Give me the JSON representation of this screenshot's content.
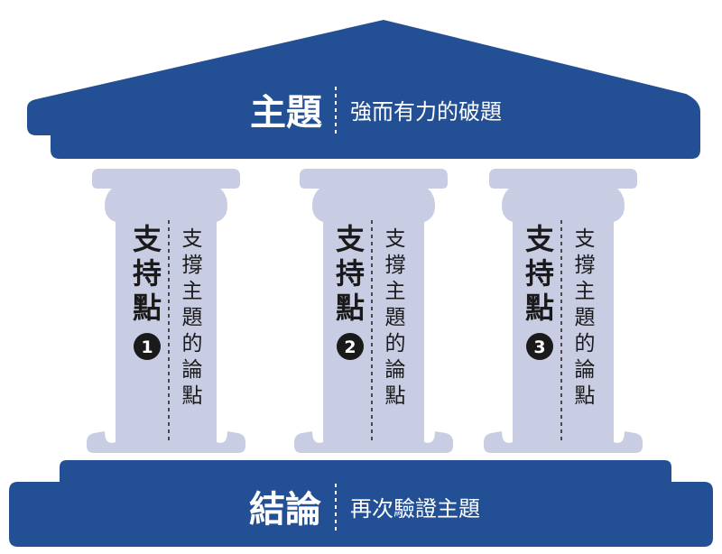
{
  "colors": {
    "navy": "#234f95",
    "column": "#c9cde4",
    "badge": "#1a1a1a",
    "light_text": "#ffffff",
    "dark_text": "#1a1a1a"
  },
  "roof": {
    "title": "主題",
    "subtitle": "強而有力的破題"
  },
  "pillars": [
    {
      "title": "支持點",
      "number": "1",
      "desc": "支撐主題的論點"
    },
    {
      "title": "支持點",
      "number": "2",
      "desc": "支撐主題的論點"
    },
    {
      "title": "支持點",
      "number": "3",
      "desc": "支撐主題的論點"
    }
  ],
  "base": {
    "title": "結論",
    "subtitle": "再次驗證主題"
  }
}
